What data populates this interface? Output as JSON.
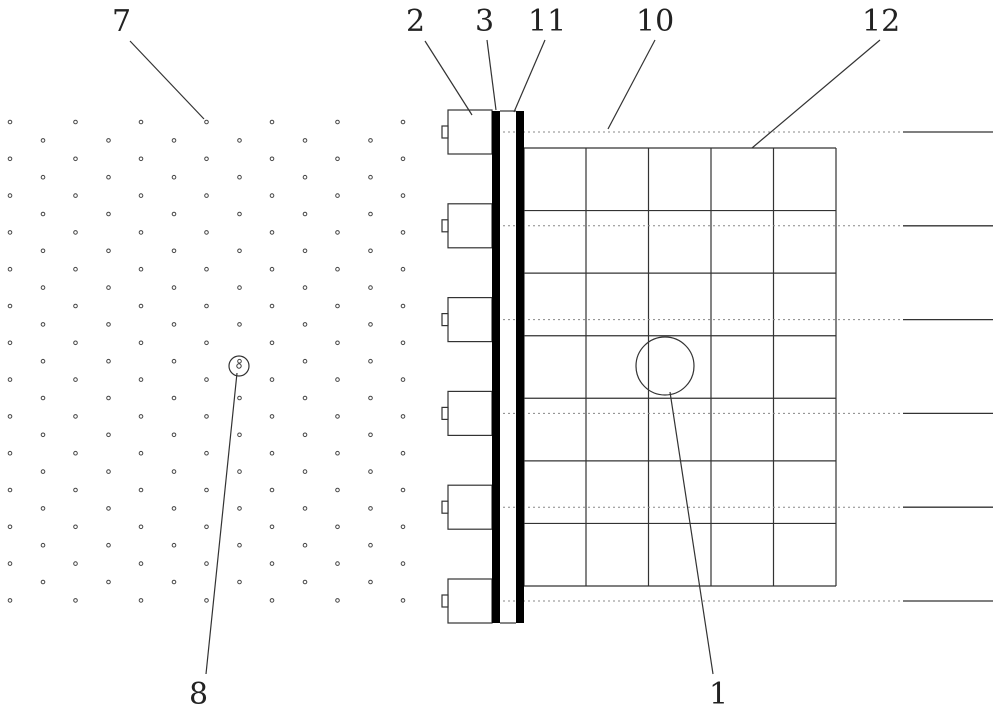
{
  "labels": {
    "l7": "7",
    "l2": "2",
    "l3": "3",
    "l11": "11",
    "l10": "10",
    "l12": "12",
    "l8": "8",
    "l1": "1"
  },
  "colors": {
    "stroke": "#333333",
    "wall": "#000000",
    "dotted": "#888888"
  },
  "structure": {
    "sensor_count": 6,
    "grid_rows": 7,
    "grid_cols": 5
  }
}
